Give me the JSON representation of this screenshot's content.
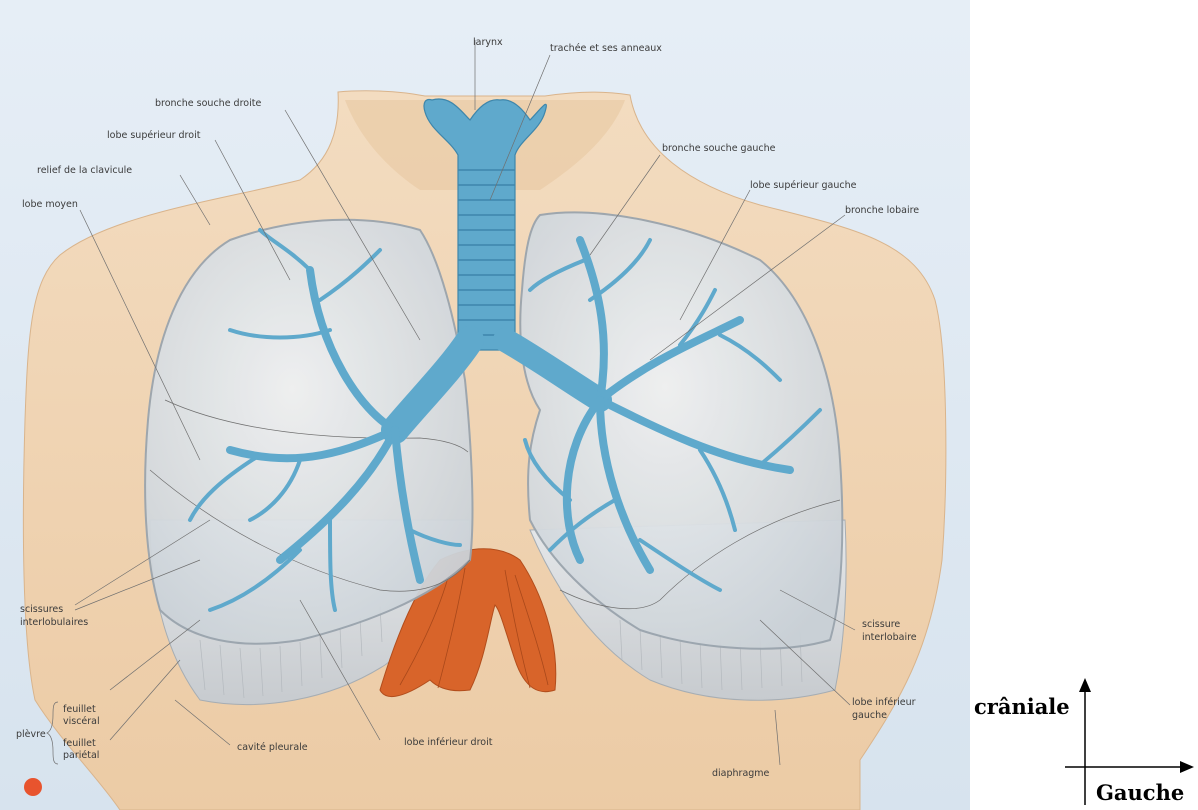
{
  "labels": {
    "larynx": "larynx",
    "trachee": "trachée et ses anneaux",
    "bronche_souche_droite": "bronche souche droite",
    "lobe_superieur_droit": "lobe supérieur droit",
    "relief_clavicule": "relief de la clavicule",
    "lobe_moyen": "lobe moyen",
    "bronche_souche_gauche": "bronche souche gauche",
    "lobe_superieur_gauche": "lobe supérieur gauche",
    "bronche_lobaire": "bronche lobaire",
    "scissures_line1": "scissures",
    "scissures_line2": "interlobulaires",
    "scissure_line1": "scissure",
    "scissure_line2": "interlobaire",
    "plevre": "plèvre",
    "feuillet_visceral_line1": "feuillet",
    "feuillet_visceral_line2": "viscéral",
    "feuillet_parietal_line1": "feuillet",
    "feuillet_parietal_line2": "pariétal",
    "cavite_pleurale": "cavité pleurale",
    "lobe_inferieur_droit": "lobe inférieur droit",
    "lobe_inferieur_gauche_line1": "lobe inférieur",
    "lobe_inferieur_gauche_line2": "gauche",
    "diaphragme": "diaphragme"
  },
  "orientation": {
    "up": "crâniale",
    "right": "Gauche"
  },
  "colors": {
    "background": "#dfe9f3",
    "skin": "#f1d7b8",
    "skin_shadow": "#e2bf98",
    "lung_fill": "#dde3e8",
    "lung_edge": "#9aa4ad",
    "airway": "#5fa9cc",
    "airway_dark": "#3e86ab",
    "diaphragm_muscle": "#d8642a",
    "marker_dot": "#e8542e"
  }
}
